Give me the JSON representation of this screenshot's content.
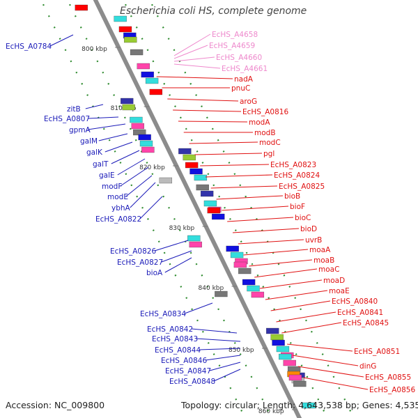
{
  "title": "Escherichia coli HS, complete genome",
  "footer": {
    "accession": "Accession: NC_009800",
    "topology": "Topology: circular; Length: 4,643,538 bp; Genes: 4,535"
  },
  "colors": {
    "left_label": "#1a1ab8",
    "right_label": "#e01010",
    "pink_label": "#ee88cc",
    "backbone": "#8c8c8c",
    "tick": "#2e8b2e"
  },
  "ticks": [
    "800 kbp",
    "810 kbp",
    "820 kbp",
    "830 kbp",
    "840 kbp",
    "850 kbp",
    "860 kbp"
  ],
  "left_labels": [
    "EcHS_A0784",
    "zitB",
    "EcHS_A0807",
    "gpmA",
    "galM",
    "galK",
    "galT",
    "galE",
    "modF",
    "modE",
    "ybhA",
    "EcHS_A0822",
    "EcHS_A0826",
    "EcHS_A0827",
    "bioA",
    "EcHS_A0834",
    "EcHS_A0842",
    "EcHS_A0843",
    "EcHS_A0844",
    "EcHS_A0846",
    "EcHS_A0847",
    "EcHS_A0848"
  ],
  "right_labels_pink": [
    "EcHS_A4658",
    "EcHS_A4659",
    "EcHS_A4660",
    "EcHS_A4661"
  ],
  "right_labels": [
    "nadA",
    "pnuC",
    "aroG",
    "EcHS_A0816",
    "modA",
    "modB",
    "modC",
    "pgl",
    "EcHS_A0823",
    "EcHS_A0824",
    "EcHS_A0825",
    "bioB",
    "bioF",
    "bioC",
    "bioD",
    "uvrB",
    "moaA",
    "moaB",
    "moaC",
    "moaD",
    "moaE",
    "EcHS_A0840",
    "EcHS_A0841",
    "EcHS_A0845",
    "EcHS_A0851",
    "dinG",
    "EcHS_A0855",
    "EcHS_A0856"
  ]
}
